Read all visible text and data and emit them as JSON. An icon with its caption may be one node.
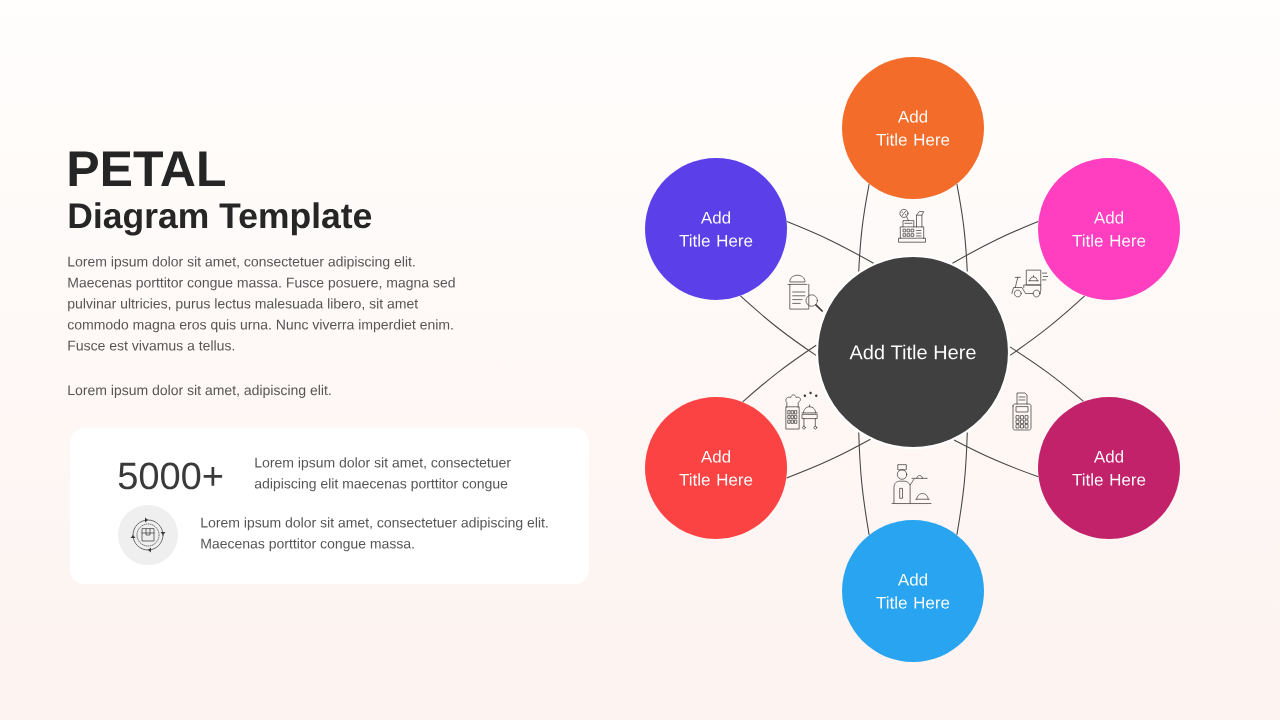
{
  "diagram": {
    "title": "PETAL",
    "nodes": [
      {
        "text": [
          "5000+",
          "Lorem ipsum dolor sit amet, consectetuer adipiscing elit maecenas porttitor congue",
          "Lorem ipsum dolor sit amet, consectetuer adipiscing elit. Maecenas porttitor congue massa."
        ]
      },
      {
        "text": [
          "Add Title Here"
        ]
      },
      {
        "text": [
          "Add Title Here"
        ]
      },
      {
        "text": [
          "Add Title Here"
        ]
      },
      {
        "text": [
          "Add Title Here"
        ]
      },
      {
        "text": [
          "Add Title Here"
        ]
      },
      {
        "text": [
          "Add Title Here"
        ]
      },
      {
        "text": [
          "Add Title Here"
        ]
      }
    ],
    "edges": [
      {
        "from": 1,
        "to": 4,
        "arrow": "none"
      },
      {
        "from": 1,
        "to": 4,
        "arrow": "none"
      },
      {
        "from": 3,
        "to": 4,
        "arrow": "none"
      },
      {
        "from": 3,
        "to": 4,
        "arrow": "none"
      },
      {
        "from": 6,
        "to": 4,
        "arrow": "none"
      },
      {
        "from": 6,
        "to": 4,
        "arrow": "none"
      },
      {
        "from": 7,
        "to": 4,
        "arrow": "none"
      },
      {
        "from": 7,
        "to": 4,
        "arrow": "none"
      },
      {
        "from": 5,
        "to": 4,
        "arrow": "none"
      },
      {
        "from": 5,
        "to": 4,
        "arrow": "none"
      },
      {
        "from": 2,
        "to": 4,
        "arrow": "none"
      },
      {
        "from": 2,
        "to": 4,
        "arrow": "none"
      }
    ],
    "labels": [
      "Diagram Template",
      "Lorem ipsum dolor sit amet, consectetuer adipiscing elit. Maecenas porttitor congue massa. Fusce posuere, magna sed pulvinar ultricies, purus lectus malesuada libero, sit amet commodo magna eros quis urna. Nunc viverra imperdiet enim. Fusce est vivamus a tellus.",
      "Lorem ipsum dolor sit amet, adipiscing elit."
    ]
  }
}
